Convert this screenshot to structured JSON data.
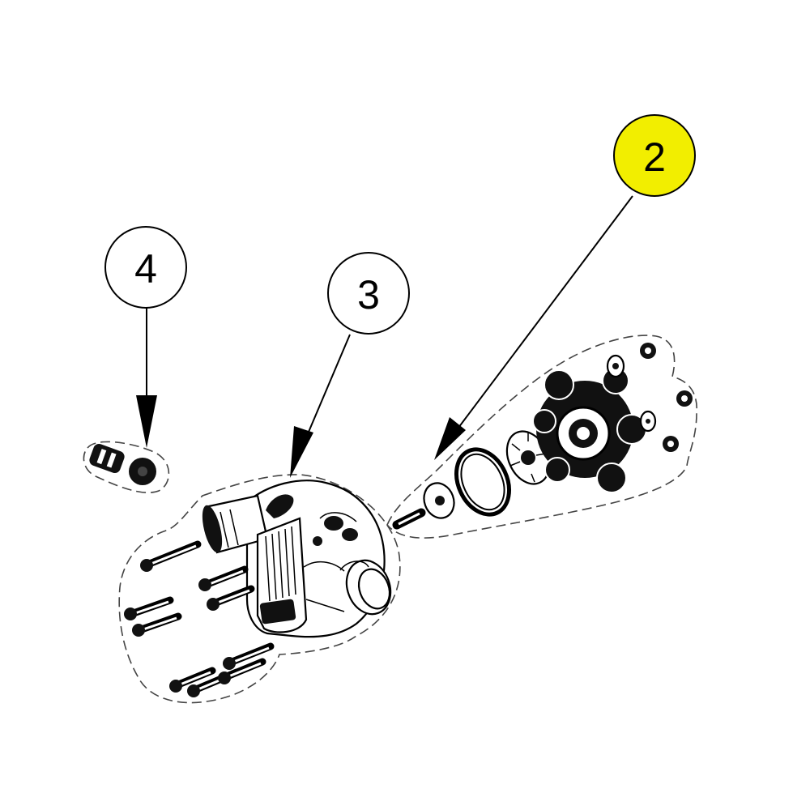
{
  "callouts": [
    {
      "id": "callout-2",
      "number": "2",
      "highlighted": true,
      "fill": "#f2ee00"
    },
    {
      "id": "callout-3",
      "number": "3",
      "highlighted": false,
      "fill": "#ffffff"
    },
    {
      "id": "callout-4",
      "number": "4",
      "highlighted": false,
      "fill": "#ffffff"
    }
  ],
  "colors": {
    "highlight": "#f2ee00",
    "line": "#000000",
    "background": "#ffffff"
  }
}
